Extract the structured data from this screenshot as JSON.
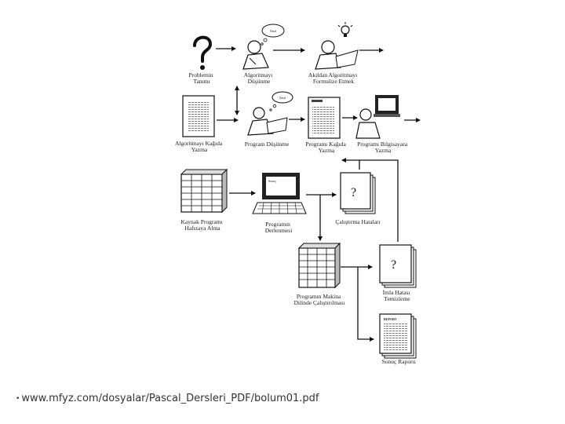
{
  "labels": {
    "problem": [
      "Problemin",
      "Tanımı"
    ],
    "think": [
      "Algoritmayı",
      "Düşünme"
    ],
    "formulate": [
      "Akıldan Algoritmayı",
      "Formulize Etmek"
    ],
    "write_paper": [
      "Algoritmayı Kağıda",
      "Yazma"
    ],
    "program_think": [
      "Program Düşünme"
    ],
    "program_paper": [
      "Programı Kağıda",
      "Yazma"
    ],
    "program_pc": [
      "Programı Bilgisayara",
      "Yazma"
    ],
    "load_memory": [
      "Kaynak Programı",
      "Hafızaya Alma"
    ],
    "compile": [
      "Programın",
      "Derlenmesi"
    ],
    "compile_errors": [
      "Çalıştırma Hataları"
    ],
    "run_machine": [
      "Programın Makina",
      "Dilinde Çalıştırılması"
    ],
    "fix_errors": [
      "İmla Hatası",
      "Temizleme"
    ],
    "report": [
      "Sonuç Raporu"
    ]
  },
  "bubble_text": "Nasıl",
  "report_header": "REPORT",
  "question_mark": "?",
  "footer": {
    "bullet": "•",
    "url": "www.mfyz.com/dosyalar/Pascal_Dersleri_PDF/bolum01.pdf"
  }
}
